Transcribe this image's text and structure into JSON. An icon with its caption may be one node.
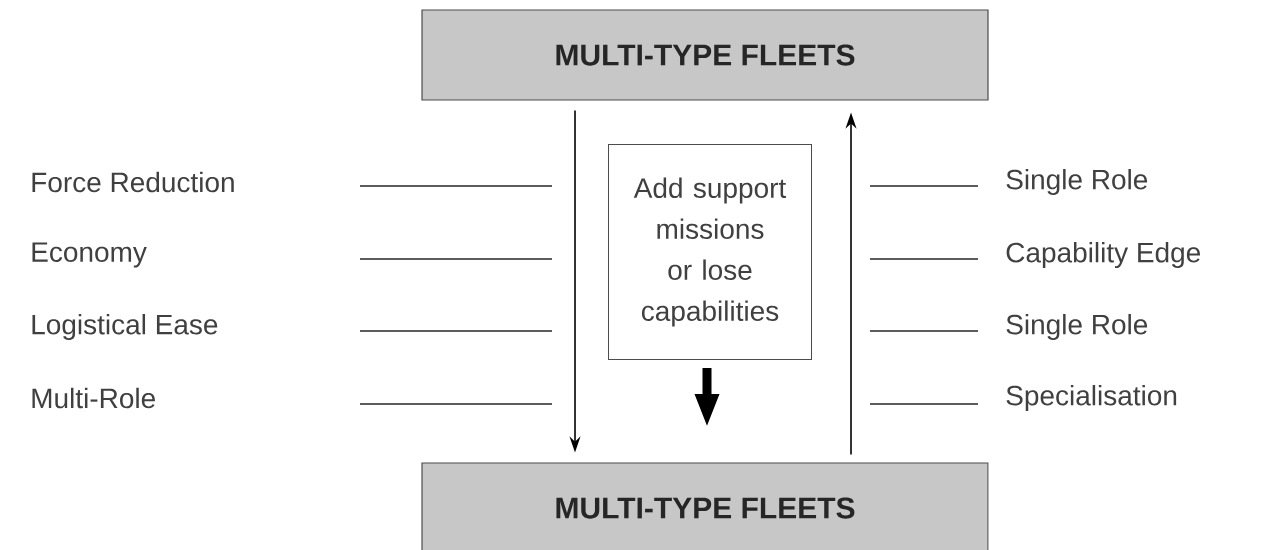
{
  "diagram": {
    "nodes": [
      {
        "text": [
          "MULTI-TYPE FLEETS"
        ]
      },
      {
        "text": [
          "MULTI-TYPE FLEETS"
        ]
      },
      {
        "text": [
          "Add support missions or lose capabilities"
        ]
      }
    ],
    "edges": [
      {
        "from": 0,
        "to": 1,
        "arrow": "to"
      },
      {
        "from": 1,
        "to": 0,
        "arrow": "to"
      },
      {
        "from": 2,
        "to": null,
        "arrow": "to",
        "style": "thick"
      }
    ],
    "labels": [
      "Force Reduction",
      "Single Role",
      "Economy",
      "Capability Edge",
      "Logistical Ease",
      "Single Role",
      "Multi-Role",
      "Specialisation"
    ]
  }
}
